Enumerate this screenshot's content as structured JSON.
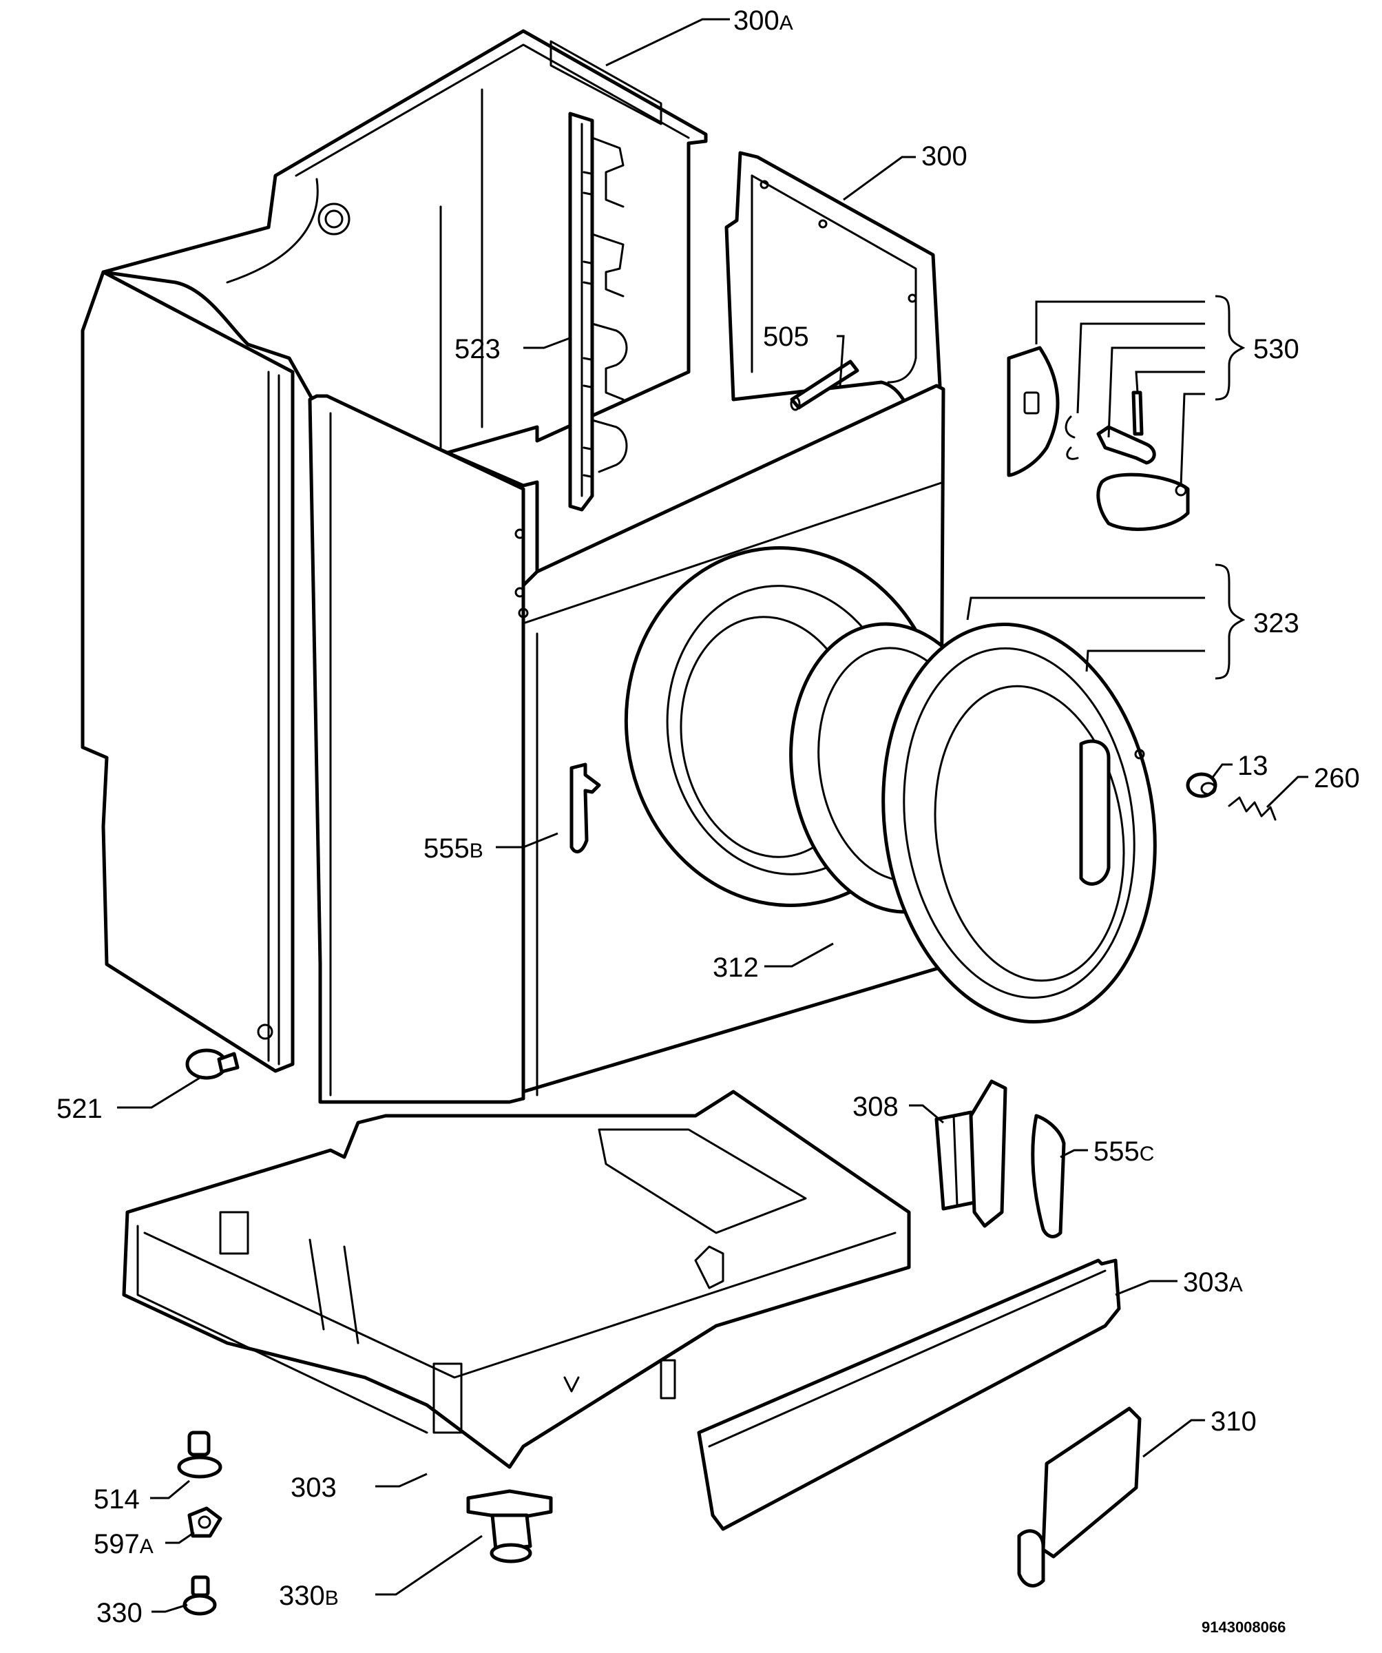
{
  "labels": {
    "p300a": {
      "num": "300",
      "suffix": "A"
    },
    "p300": {
      "num": "300",
      "suffix": ""
    },
    "p523": {
      "num": "523",
      "suffix": ""
    },
    "p505": {
      "num": "505",
      "suffix": ""
    },
    "p530": {
      "num": "530",
      "suffix": ""
    },
    "p323": {
      "num": "323",
      "suffix": ""
    },
    "p13": {
      "num": "13",
      "suffix": ""
    },
    "p260": {
      "num": "260",
      "suffix": ""
    },
    "p555b": {
      "num": "555",
      "suffix": "B"
    },
    "p312": {
      "num": "312",
      "suffix": ""
    },
    "p521": {
      "num": "521",
      "suffix": ""
    },
    "p308": {
      "num": "308",
      "suffix": ""
    },
    "p555c": {
      "num": "555",
      "suffix": "C"
    },
    "p303a": {
      "num": "303",
      "suffix": "A"
    },
    "p310": {
      "num": "310",
      "suffix": ""
    },
    "p303": {
      "num": "303",
      "suffix": ""
    },
    "p514": {
      "num": "514",
      "suffix": ""
    },
    "p597a": {
      "num": "597",
      "suffix": "A"
    },
    "p330b": {
      "num": "330",
      "suffix": "B"
    },
    "p330": {
      "num": "330",
      "suffix": ""
    }
  },
  "document_number": "9143008066"
}
